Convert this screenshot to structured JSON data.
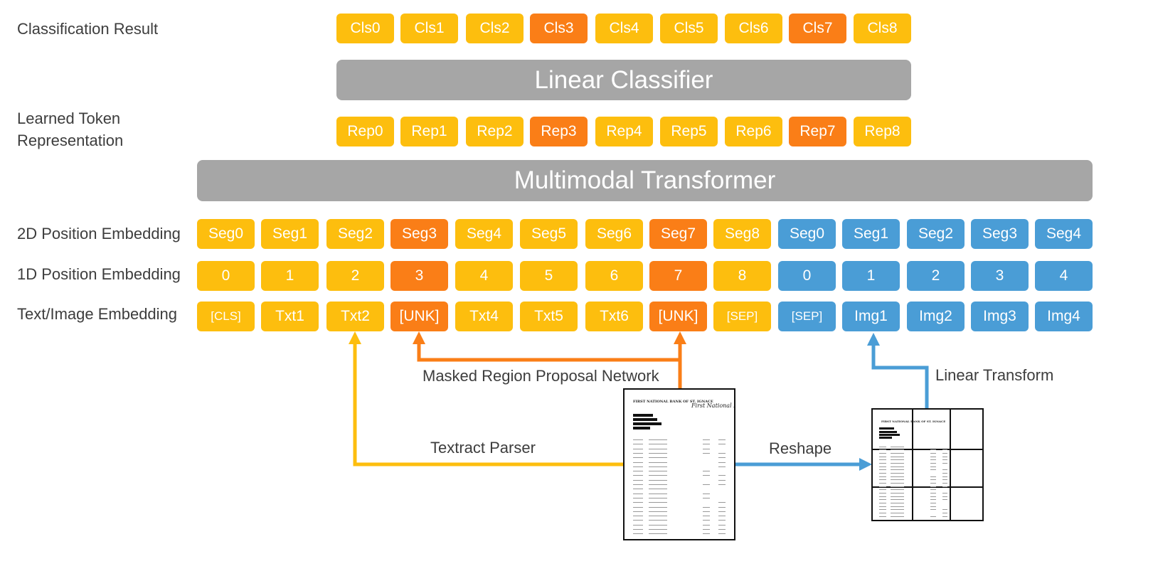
{
  "labels": {
    "classification_result": "Classification Result",
    "learned_token_line1": "Learned Token",
    "learned_token_line2": "Representation",
    "pos2d": "2D Position Embedding",
    "pos1d": "1D Position Embedding",
    "text_image": "Text/Image Embedding"
  },
  "bars": {
    "linear_classifier": "Linear Classifier",
    "multimodal_transformer": "Multimodal Transformer"
  },
  "classification": [
    "Cls0",
    "Cls1",
    "Cls2",
    "Cls3",
    "Cls4",
    "Cls5",
    "Cls6",
    "Cls7",
    "Cls8"
  ],
  "representation": [
    "Rep0",
    "Rep1",
    "Rep2",
    "Rep3",
    "Rep4",
    "Rep5",
    "Rep6",
    "Rep7",
    "Rep8"
  ],
  "seg_text": [
    "Seg0",
    "Seg1",
    "Seg2",
    "Seg3",
    "Seg4",
    "Seg5",
    "Seg6",
    "Seg7",
    "Seg8"
  ],
  "seg_image": [
    "Seg0",
    "Seg1",
    "Seg2",
    "Seg3",
    "Seg4"
  ],
  "pos_text": [
    "0",
    "1",
    "2",
    "3",
    "4",
    "5",
    "6",
    "7",
    "8"
  ],
  "pos_image": [
    "0",
    "1",
    "2",
    "3",
    "4"
  ],
  "emb_text": [
    "[CLS]",
    "Txt1",
    "Txt2",
    "[UNK]",
    "Txt4",
    "Txt5",
    "Txt6",
    "[UNK]",
    "[SEP]"
  ],
  "emb_image": [
    "[SEP]",
    "Img1",
    "Img2",
    "Img3",
    "Img4"
  ],
  "masked_indices": [
    3,
    7
  ],
  "flows": {
    "masked_rpn": "Masked Region Proposal Network",
    "textract": "Textract Parser",
    "reshape": "Reshape",
    "linear_transform": "Linear Transform"
  },
  "colors": {
    "text_token": "#FDBE0E",
    "masked_token": "#FA7E17",
    "image_token": "#4A9DD6",
    "bar": "#A6A6A6"
  },
  "document": {
    "bank_name": "FIRST NATIONAL BANK OF ST. IGNACE",
    "logo_text": "First National Bank"
  }
}
